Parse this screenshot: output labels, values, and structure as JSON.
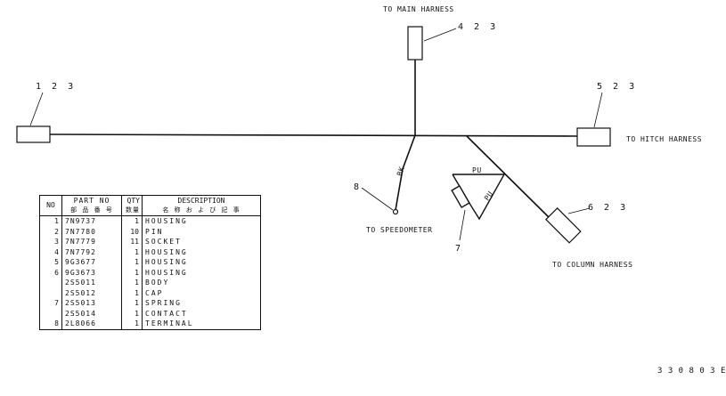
{
  "diagram": {
    "label_main_harness": "TO MAIN HARNESS",
    "label_hitch_harness": "TO HITCH HARNESS",
    "label_speedometer": "TO SPEEDOMETER",
    "label_column_harness": "TO COLUMN HARNESS",
    "callout_left": "1 2 3",
    "callout_top": "4 2 3",
    "callout_right": "5 2 3",
    "callout_bottom_right": "6 2 3",
    "callout_8": "8",
    "callout_7": "7",
    "wire_bk": "BK",
    "wire_pu_top": "PU",
    "wire_pu_side": "PU",
    "drawing_number": "3 3 0 8 0 3 E"
  },
  "table": {
    "headers": {
      "no": "NO",
      "part_no": "PART NO",
      "part_no_ja": "部 品 番 号",
      "qty": "QTY",
      "qty_ja": "数量",
      "description": "DESCRIPTION",
      "description_ja": "名 称 お よ び 記 事"
    },
    "rows": [
      {
        "no": "1",
        "part": "7N9737",
        "qty": "1",
        "desc": "HOUSING"
      },
      {
        "no": "2",
        "part": "7N7780",
        "qty": "10",
        "desc": "PIN"
      },
      {
        "no": "3",
        "part": "7N7779",
        "qty": "11",
        "desc": "SOCKET"
      },
      {
        "no": "4",
        "part": "7N7792",
        "qty": "1",
        "desc": "HOUSING"
      },
      {
        "no": "5",
        "part": "9G3677",
        "qty": "1",
        "desc": "HOUSING"
      },
      {
        "no": "6",
        "part": "9G3673",
        "qty": "1",
        "desc": "HOUSING"
      },
      {
        "no": "",
        "part": "2S5011",
        "qty": "1",
        "desc": "BODY"
      },
      {
        "no": "",
        "part": "2S5012",
        "qty": "1",
        "desc": "CAP"
      },
      {
        "no": "7",
        "part": "2S5013",
        "qty": "1",
        "desc": "SPRING"
      },
      {
        "no": "",
        "part": "2S5014",
        "qty": "1",
        "desc": "CONTACT"
      },
      {
        "no": "8",
        "part": "2L8066",
        "qty": "1",
        "desc": "TERMINAL"
      }
    ]
  }
}
